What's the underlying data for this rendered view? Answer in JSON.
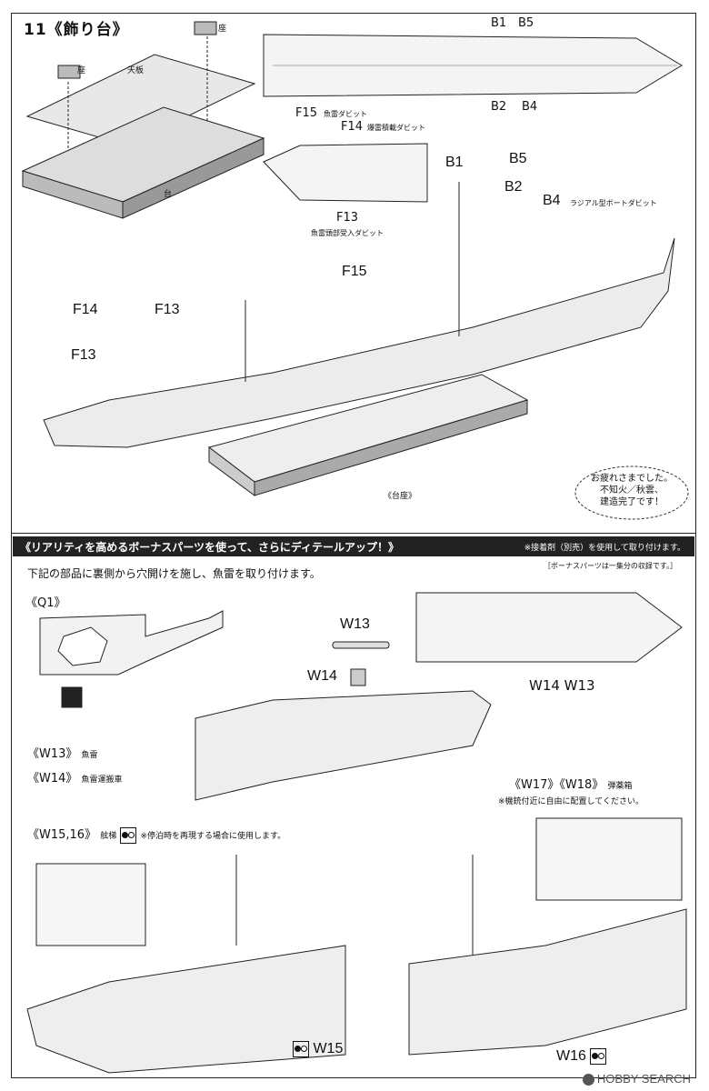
{
  "step": {
    "title": "11《飾り台》",
    "stand": {
      "seat_label": "座",
      "top_label": "天板",
      "base_label": "台",
      "seat_label_2": "座"
    },
    "parts": {
      "B1": "B1",
      "B5": "B5",
      "B2": "B2",
      "B4": "B4",
      "B4_desc": "ラジアル型ボートダビット",
      "F15": "F15",
      "F15_desc": "魚雷ダビット",
      "F14": "F14",
      "F14_desc": "爆雷積載ダビット",
      "F13": "F13",
      "F13_desc": "魚雷頭部受入ダビット",
      "F14_b": "F14",
      "F13_b": "F13",
      "F13_c": "F13",
      "F15_b": "F15",
      "B1_b": "B1",
      "B5_b": "B5",
      "B2_b": "B2",
      "B4_b": "B4"
    },
    "pedestal_label": "《台座》",
    "bubble": {
      "line1": "お疲れさまでした。",
      "line2": "不知火／秋雲、",
      "line3": "建造完了です！"
    }
  },
  "bonus": {
    "banner_title": "《リアリティを高めるボーナスパーツを使って、さらにディテールアップ！》",
    "banner_note": "※接着剤（別売）を使用して取り付けます。",
    "sub_note": "［ボーナスパーツは一集分の収録です。］",
    "instruction": "下記の部品に裏側から穴開けを施し、魚雷を取り付けます。",
    "q1": "《Q1》",
    "w13_title": "《W13》",
    "w13_desc": "魚雷",
    "w14_title": "《W14》",
    "w14_desc": "魚雷運搬車",
    "w13": "W13",
    "w14": "W14",
    "w14_w13": "W14 W13",
    "w17_18": "《W17》《W18》",
    "w17_18_desc": "弾薬箱",
    "w17_18_note": "※機銃付近に自由に配置してください。",
    "w15_16": "《W15,16》",
    "w15_16_desc": "舷梯",
    "w15_16_note": "※停泊時を再現する場合に使用します。",
    "w15": "W15",
    "w16": "W16"
  },
  "watermark": "HOBBY SEARCH"
}
